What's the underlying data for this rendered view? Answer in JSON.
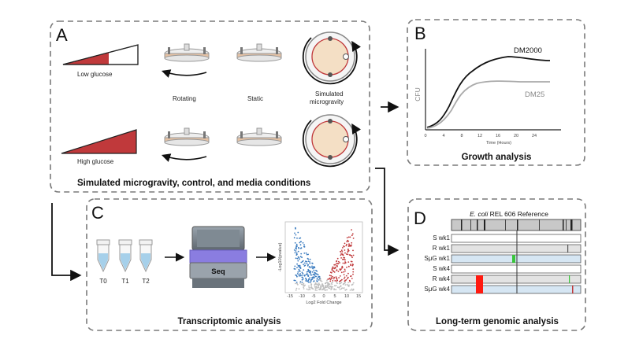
{
  "panels": {
    "A": {
      "letter": "A",
      "caption": "Simulated microgravity, control, and media conditions",
      "low_glucose": "Low glucose",
      "high_glucose": "High glucose",
      "rotating": "Rotating",
      "static": "Static",
      "simulated_microgravity_1": "Simulated",
      "simulated_microgravity_2": "microgravity"
    },
    "B": {
      "letter": "B",
      "caption": "Growth analysis",
      "ylabel": "CFU",
      "xlabel": "Time (Hours)",
      "x_ticks": [
        "0",
        "4",
        "8",
        "12",
        "16",
        "20",
        "24"
      ],
      "series_1": "DM2000",
      "series_2": "DM25"
    },
    "C": {
      "letter": "C",
      "caption": "Transcriptomic analysis",
      "tubes": [
        "T0",
        "T1",
        "T2"
      ],
      "seq_label": "Seq",
      "volcano_ylabel": "-Log10(pvalue)",
      "volcano_xlabel": "Log2 Fold Change",
      "volcano_x_ticks": [
        "-15",
        "-10",
        "-5",
        "0",
        "5",
        "10",
        "15"
      ]
    },
    "D": {
      "letter": "D",
      "caption": "Long-term genomic analysis",
      "reference_italic": "E. coli",
      "reference_rest": " REL 606 Reference",
      "rows": [
        "S wk1",
        "R wk1",
        "SμG wk1",
        "S wk4",
        "R wk4",
        "SμG wk4"
      ]
    }
  },
  "colors": {
    "red": "#c0393b",
    "blue": "#3a7bbf",
    "green": "#39c53b",
    "bright_red": "#ff1a10",
    "light_blue": "#d6e6f3",
    "light_gray": "#e3e3e3"
  }
}
